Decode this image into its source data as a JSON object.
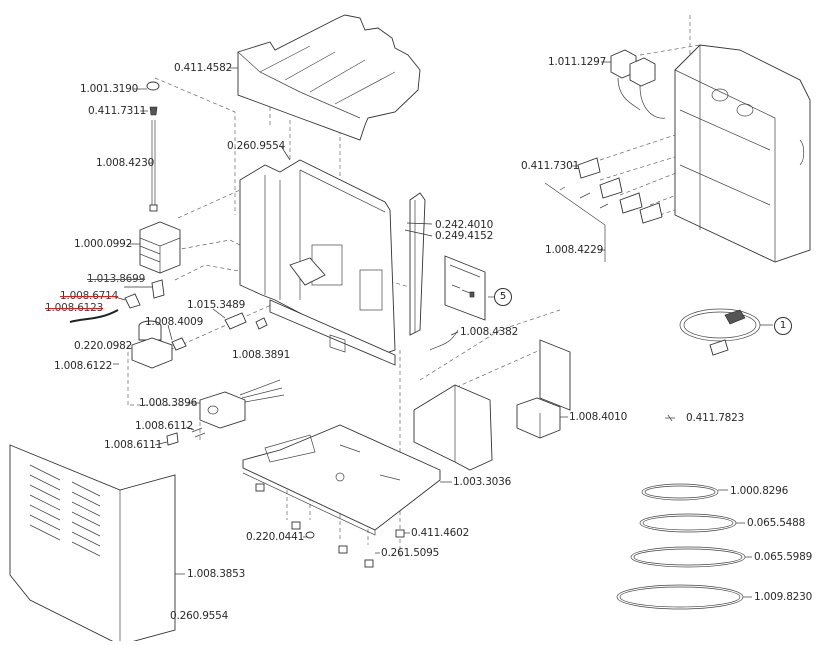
{
  "diagram": {
    "type": "exploded-parts-view",
    "parts": {
      "top_cover": "0.411.4582",
      "spring_top": "1.001.3190",
      "spring_mid": "0.411.7311",
      "probe_rod": "1.008.4230",
      "screw_top": "0.260.9554",
      "relay_block": "1.000.0992",
      "switch_old": "1.013.8699",
      "connector_old_a": "1.008.6714",
      "connector_old_b": "1.008.6123",
      "valve": "1.015.3489",
      "fitting_a": "1.008.4009",
      "regulator": "0.220.0982",
      "small_screw": "1.008.6122",
      "fitting_b": "1.008.3891",
      "filter_harness": "1.008.3896",
      "fuse": "1.008.6112",
      "fuse_holder": "1.008.6111",
      "washer": "0.242.4010",
      "screw_side": "0.249.4152",
      "cable_pcb": "1.008.4382",
      "fans": "1.011.1297",
      "sensors": "0.411.7301",
      "sensor_harness": "1.008.4229",
      "power_supply": "1.008.4010",
      "clip": "0.411.7823",
      "base_plate": "1.003.3036",
      "foot_screw": "0.220.0441",
      "foot": "0.411.4602",
      "foot_bolt": "0.261.5095",
      "side_panel": "1.008.3853",
      "panel_screw": "0.260.9554",
      "tube_1": "1.000.8296",
      "tube_2": "0.065.5488",
      "tube_3": "0.065.5989",
      "tube_4": "1.009.8230"
    },
    "callouts": {
      "pcb": "5",
      "power_cord": "1"
    },
    "strike_color": "#d62020"
  }
}
